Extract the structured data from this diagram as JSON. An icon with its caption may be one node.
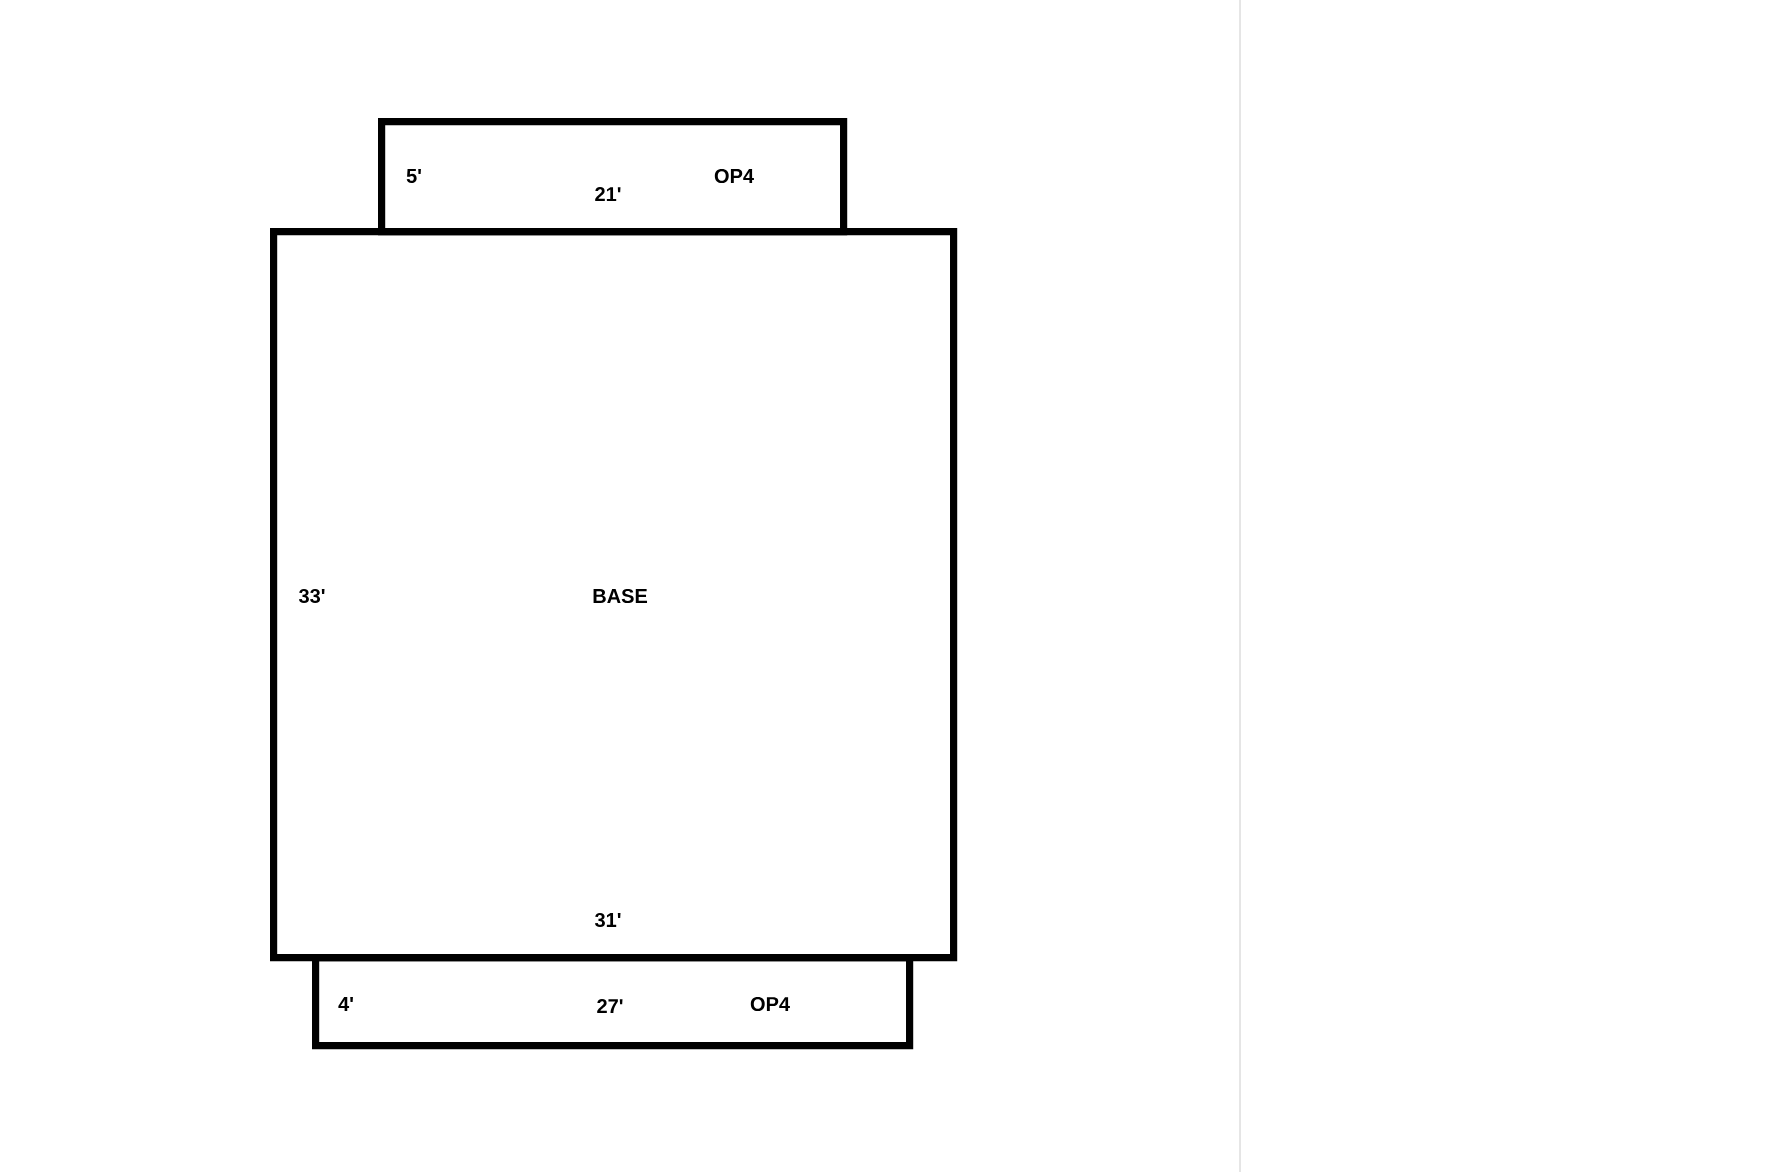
{
  "diagram": {
    "nodes": [
      {
        "text": [
          "5'",
          "21'",
          "OP4"
        ]
      },
      {
        "text": [
          "33'",
          "BASE",
          "31'"
        ]
      },
      {
        "text": [
          "4'",
          "27'",
          "OP4"
        ]
      }
    ]
  }
}
